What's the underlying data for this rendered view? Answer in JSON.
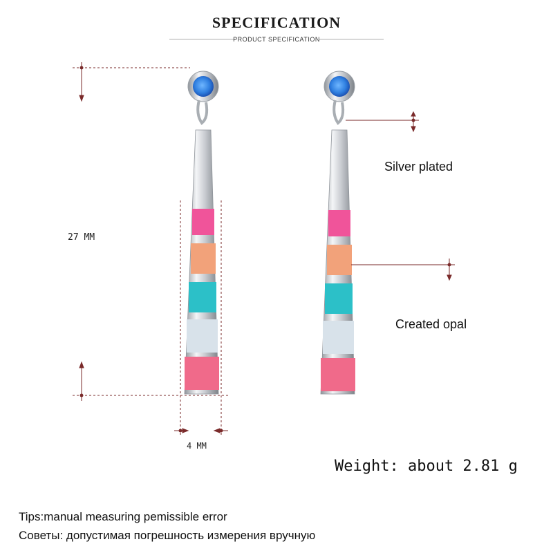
{
  "header": {
    "title": "SPECIFICATION",
    "subtitle": "PRODUCT SPECIFICATION"
  },
  "dimensions": {
    "height_label": "27 MM",
    "width_label": "4 MM"
  },
  "callouts": {
    "material_metal": "Silver plated",
    "material_stone": "Created opal"
  },
  "weight_text": "Weight: about 2.81 g",
  "tips": {
    "en": "Tips:manual measuring pemissible error",
    "ru": "Советы: допустимая погрешность измерения вручную"
  },
  "colors": {
    "dimension_line": "#7a2a2a",
    "opal_blue": "#2f7fe0",
    "opal_pink": "#f0549a",
    "opal_peach": "#f2a27a",
    "opal_turquoise": "#2cc0c8",
    "opal_white": "#d8e2ea",
    "opal_coral": "#f06a8a",
    "silver": "#c9ccd1"
  }
}
